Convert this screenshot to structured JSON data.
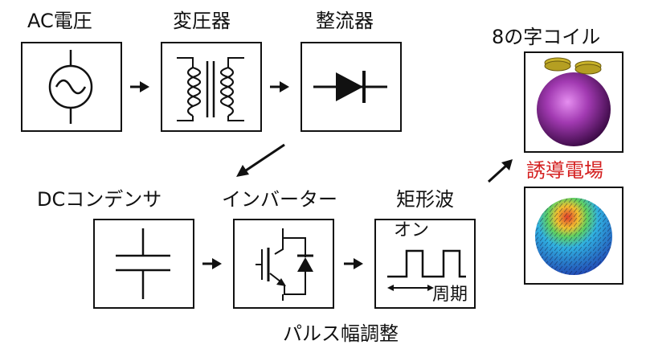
{
  "labels": {
    "ac_voltage": "AC電圧",
    "transformer": "変圧器",
    "rectifier": "整流器",
    "coil": "8の字コイル",
    "induced_field": "誘導電場",
    "dc_capacitor": "DCコンデンサ",
    "inverter": "インバーター",
    "square_wave": "矩形波",
    "on": "オン",
    "period": "周期",
    "pwm": "パルス幅調整"
  },
  "colors": {
    "line": "#111111",
    "induced_field_text": "#d42020",
    "sphere": "#8c2a9a",
    "coil": "#c9b32a"
  }
}
